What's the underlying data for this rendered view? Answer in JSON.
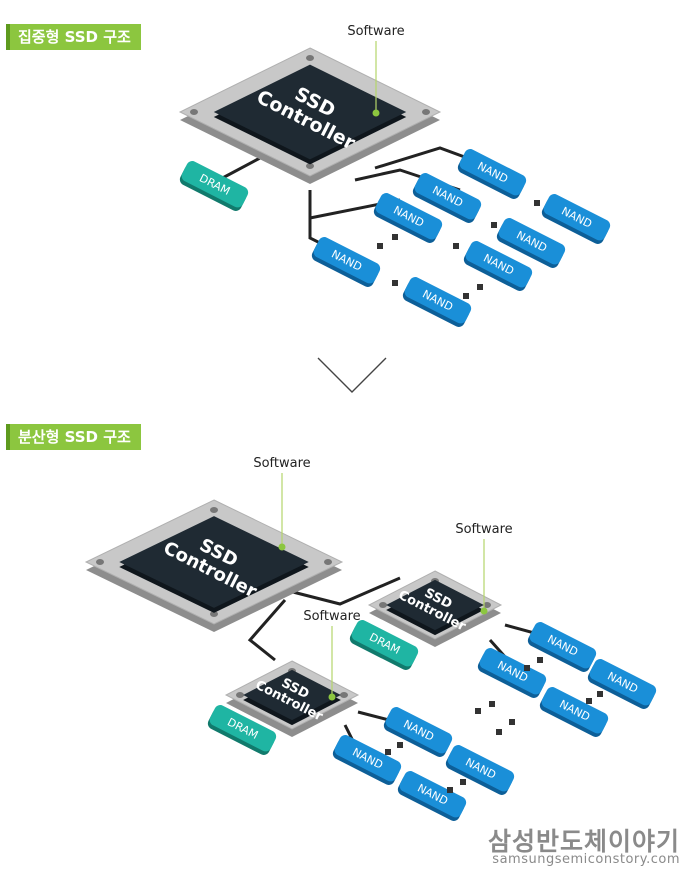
{
  "sections": {
    "centralized": {
      "tag": "집중형 SSD 구조",
      "software_label": "Software"
    },
    "distributed": {
      "tag": "분산형 SSD 구조",
      "software_label": "Software"
    }
  },
  "components": {
    "controller_label": "SSD\nController",
    "dram_label": "DRAM",
    "nand_label": "NAND"
  },
  "logo": {
    "korean": "삼성반도체이야기",
    "url": "samsungsemiconstory.com"
  },
  "colors": {
    "tag_green": "#8cc63f",
    "nand_blue": "#1a8fd8",
    "dram_teal": "#1fb5a3",
    "chip_dark": "#1f2a33",
    "frame_gray": "#c8c8c8"
  }
}
